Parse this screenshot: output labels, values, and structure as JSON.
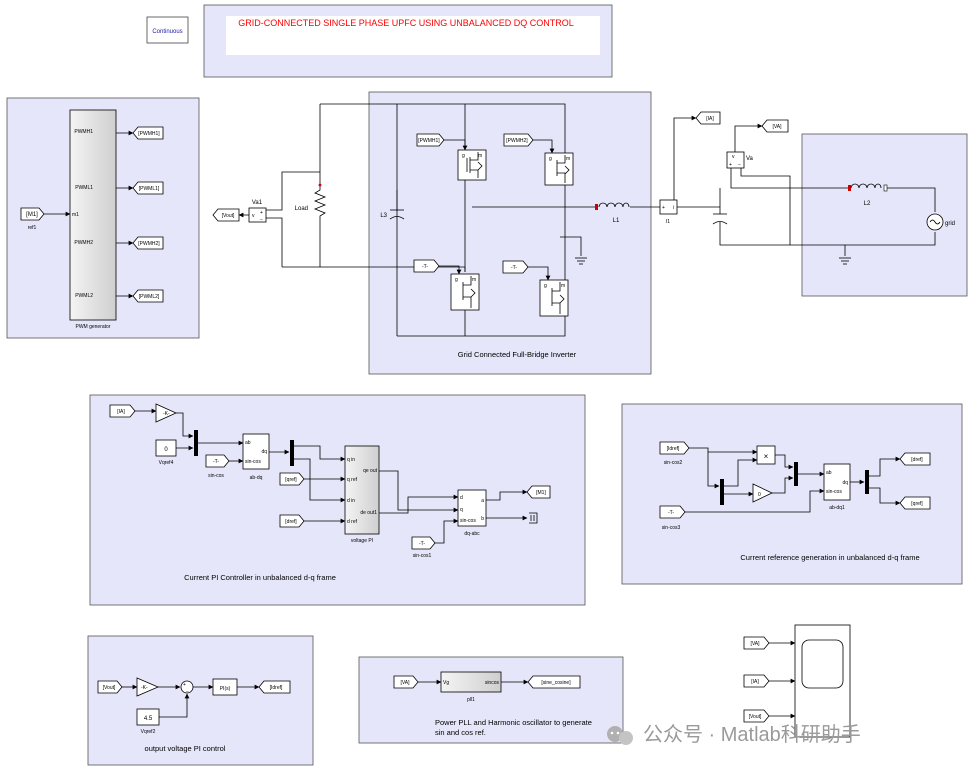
{
  "solver_button": "Continuous",
  "title": "GRID-CONNECTED SINGLE PHASE UPFC USING UNBALANCED DQ CONTROL",
  "colors": {
    "title": "#ff0000",
    "area_fill": "#e6e6fa",
    "solver_text": "#1a1aa6"
  },
  "pwm_area": {
    "ref_tag": "[M1]",
    "ref_caption": "ref1",
    "block_port": "m1",
    "block_name": "PWM generator",
    "outputs": [
      {
        "port": "PWMH1",
        "tag": "[PWMH1]"
      },
      {
        "port": "PWML1",
        "tag": "[PWML1]"
      },
      {
        "port": "PWMH2",
        "tag": "[PWMH2]"
      },
      {
        "port": "PWML2",
        "tag": "[PWML2]"
      }
    ]
  },
  "inverter_area": {
    "caption": "Grid Connected Full-Bridge Inverter",
    "vout_tag": "[Vout]",
    "va1": "Va1",
    "load": "Load",
    "l3": "L3",
    "l1": "L1",
    "gate_h1": "[PWMH1]",
    "gate_h2": "[PWMH2]",
    "gate_l1": "-T-",
    "gate_l2": "-T-"
  },
  "grid_area": {
    "i1": "I1",
    "ia_tag": "[IA]",
    "va_tag": "[VA]",
    "va": "Va",
    "l2": "L2",
    "grid": "grid"
  },
  "current_pi_area": {
    "caption": "Current PI Controller in unbalanced d-q frame",
    "ia_tag": "[IA]",
    "gain": "-K-",
    "const0": "0",
    "const0_caption": "Vqref4",
    "sincos_tag": "-T-",
    "sincos_caption": "sin-cos",
    "abdq": {
      "name": "ab-dq",
      "ports": [
        "ab",
        "sin-cos",
        "dq"
      ]
    },
    "qref_tag": "[qref]",
    "dref_tag": "[dref]",
    "vpi": {
      "name": "voltage PI",
      "ports": [
        "q in",
        "q ref",
        "d in",
        "d ref",
        "qe out",
        "de out1"
      ]
    },
    "dqabc": {
      "name": "dq-abc",
      "ports": [
        "d",
        "q",
        "sin-cos",
        "a",
        "b"
      ]
    },
    "sincos1_tag": "-T-",
    "sincos1_caption": "sin-cos1",
    "m1_tag": "[M1]"
  },
  "current_ref_area": {
    "caption": "Current reference generation in unbalanced d-q frame",
    "idref_tag": "[Idref]",
    "idref_caption": "sin-cos2",
    "sincos3_tag": "-T-",
    "sincos3_caption": "sin-cos3",
    "mult": "×",
    "gain": "0",
    "abdq1": {
      "name": "ab-dq1",
      "ports": [
        "ab",
        "sin-cos",
        "dq"
      ]
    },
    "dref_tag": "[dref]",
    "qref_tag": "[qref]"
  },
  "voltage_pi_area": {
    "caption": "output voltage PI control",
    "vout_tag": "[Vout]",
    "gain": "-K-",
    "const": "4.5",
    "const_caption": "Vqref2",
    "pi": "PI(s)",
    "idref_tag": "[Idref]"
  },
  "pll_area": {
    "caption_line1": "Power PLL and Harmonic oscillator to generate",
    "caption_line2": "sin and cos ref.",
    "va_tag": "[VA]",
    "block_name": "pll1",
    "in_port": "Vg",
    "out_port": "sincos",
    "out_tag": "[sine_cosine]"
  },
  "scope": {
    "inputs": [
      "[VA]",
      "[IA]",
      "[Vout]"
    ]
  },
  "watermark": "公众号 · Matlab科研助手"
}
